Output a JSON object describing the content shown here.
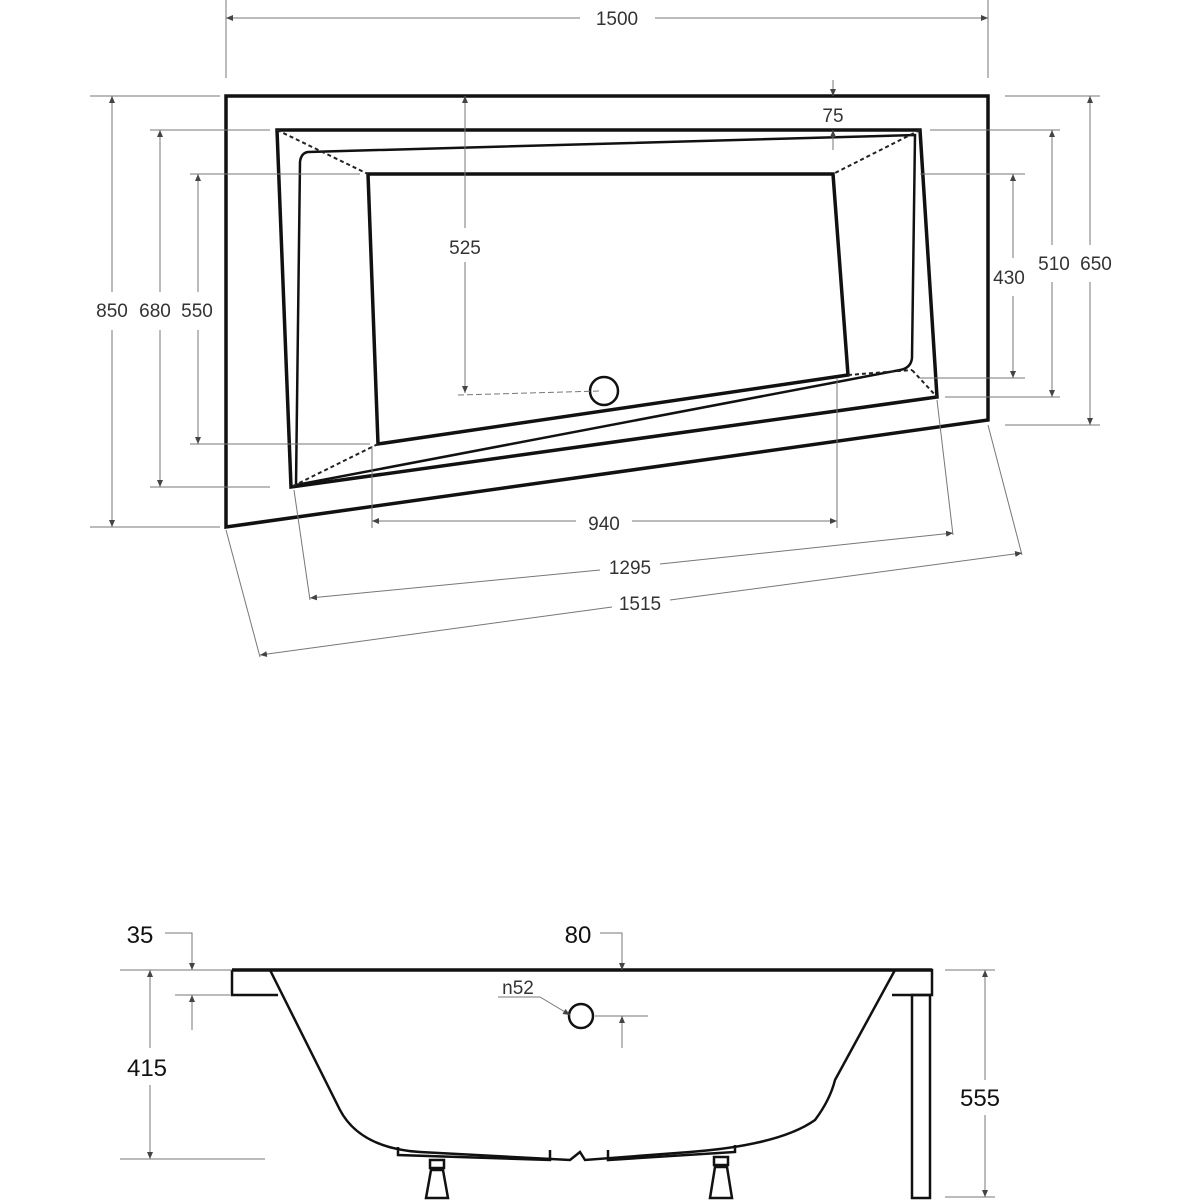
{
  "top_view": {
    "overall_length": "1500",
    "overall_width_left": "850",
    "rim_width_left": "680",
    "basin_width_left": "550",
    "overall_width_right": "650",
    "rim_width_right": "510",
    "basin_width_right": "430",
    "drain_offset": "525",
    "rim_offset": "75",
    "basin_length": "940",
    "rim_length_front": "1295",
    "front_length": "1515"
  },
  "side_view": {
    "rim_thickness": "35",
    "drain_offset_top": "80",
    "overflow_diameter": "n52",
    "depth": "415",
    "total_height": "555"
  },
  "colors": {
    "line": "#111111",
    "dimension": "#777777"
  }
}
